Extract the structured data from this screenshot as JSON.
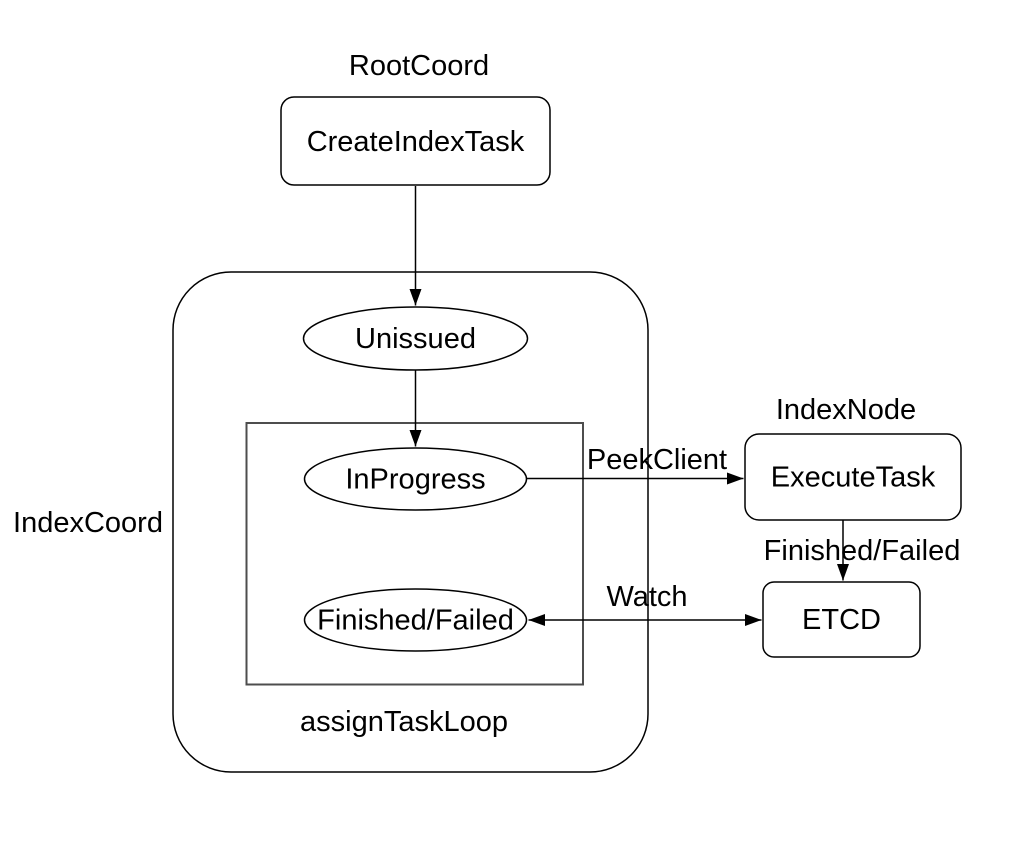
{
  "diagram": {
    "group_labels": {
      "root_coord": "RootCoord",
      "index_coord": "IndexCoord",
      "index_node": "IndexNode",
      "assign_task_loop": "assignTaskLoop"
    },
    "nodes": {
      "create_index_task": "CreateIndexTask",
      "unissued": "Unissued",
      "in_progress": "InProgress",
      "finished_failed": "Finished/Failed",
      "execute_task": "ExecuteTask",
      "etcd": "ETCD"
    },
    "edge_labels": {
      "peek_client": "PeekClient",
      "execute_result": "Finished/Failed",
      "watch": "Watch"
    },
    "colors": {
      "background": "#ffffff",
      "stroke": "#000000",
      "inner_loop_stroke": "#4d4d4d",
      "text": "#000000"
    }
  }
}
